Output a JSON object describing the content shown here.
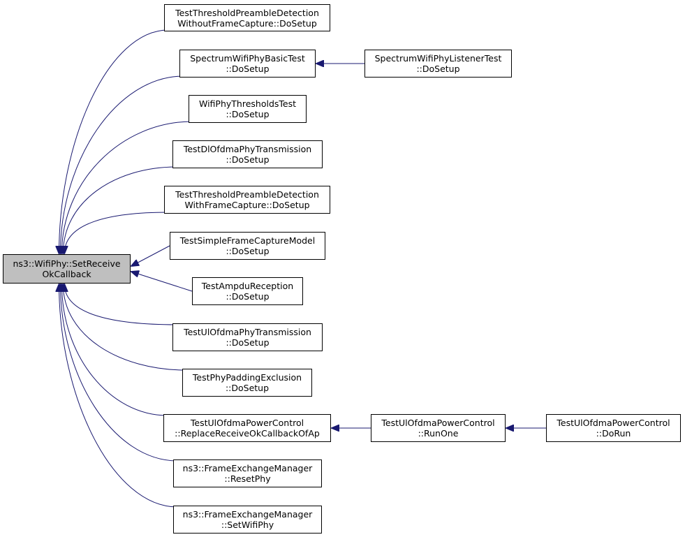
{
  "colors": {
    "edge": "#191970",
    "root_fill": "#bfbfbf",
    "node_fill": "#ffffff",
    "border": "#000000"
  },
  "root": {
    "id": "root",
    "lines": [
      "ns3::WifiPhy::SetReceive",
      "OkCallback"
    ]
  },
  "nodes": [
    {
      "id": "n1",
      "lines": [
        "TestThresholdPreambleDetection",
        "WithoutFrameCapture::DoSetup"
      ]
    },
    {
      "id": "n2",
      "lines": [
        "SpectrumWifiPhyBasicTest",
        "::DoSetup"
      ]
    },
    {
      "id": "n3",
      "lines": [
        "SpectrumWifiPhyListenerTest",
        "::DoSetup"
      ]
    },
    {
      "id": "n4",
      "lines": [
        "WifiPhyThresholdsTest",
        "::DoSetup"
      ]
    },
    {
      "id": "n5",
      "lines": [
        "TestDlOfdmaPhyTransmission",
        "::DoSetup"
      ]
    },
    {
      "id": "n6",
      "lines": [
        "TestThresholdPreambleDetection",
        "WithFrameCapture::DoSetup"
      ]
    },
    {
      "id": "n7",
      "lines": [
        "TestSimpleFrameCaptureModel",
        "::DoSetup"
      ]
    },
    {
      "id": "n8",
      "lines": [
        "TestAmpduReception",
        "::DoSetup"
      ]
    },
    {
      "id": "n9",
      "lines": [
        "TestUlOfdmaPhyTransmission",
        "::DoSetup"
      ]
    },
    {
      "id": "n10",
      "lines": [
        "TestPhyPaddingExclusion",
        "::DoSetup"
      ]
    },
    {
      "id": "n11",
      "lines": [
        "TestUlOfdmaPowerControl",
        "::ReplaceReceiveOkCallbackOfAp"
      ]
    },
    {
      "id": "n12",
      "lines": [
        "TestUlOfdmaPowerControl",
        "::RunOne"
      ]
    },
    {
      "id": "n13",
      "lines": [
        "TestUlOfdmaPowerControl",
        "::DoRun"
      ]
    },
    {
      "id": "n14",
      "lines": [
        "ns3::FrameExchangeManager",
        "::ResetPhy"
      ]
    },
    {
      "id": "n15",
      "lines": [
        "ns3::FrameExchangeManager",
        "::SetWifiPhy"
      ]
    }
  ],
  "edges": [
    {
      "from": "n1",
      "to": "root"
    },
    {
      "from": "n2",
      "to": "root"
    },
    {
      "from": "n3",
      "to": "n2"
    },
    {
      "from": "n4",
      "to": "root"
    },
    {
      "from": "n5",
      "to": "root"
    },
    {
      "from": "n6",
      "to": "root"
    },
    {
      "from": "n7",
      "to": "root"
    },
    {
      "from": "n8",
      "to": "root"
    },
    {
      "from": "n9",
      "to": "root"
    },
    {
      "from": "n10",
      "to": "root"
    },
    {
      "from": "n11",
      "to": "root"
    },
    {
      "from": "n12",
      "to": "n11"
    },
    {
      "from": "n13",
      "to": "n12"
    },
    {
      "from": "n14",
      "to": "root"
    },
    {
      "from": "n15",
      "to": "root"
    }
  ]
}
